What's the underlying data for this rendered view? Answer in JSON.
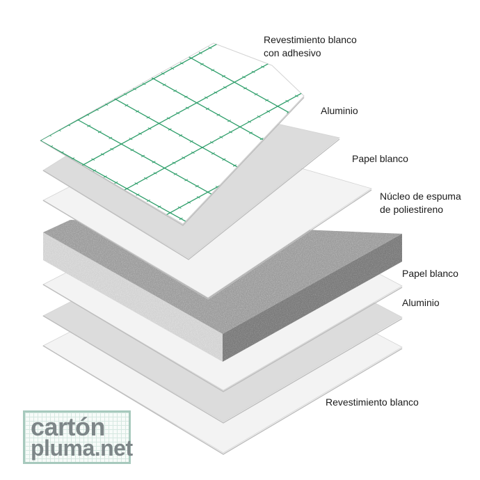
{
  "layers": [
    {
      "label": "Revestimiento blanco",
      "label2": "con adhesivo"
    },
    {
      "label": "Aluminio"
    },
    {
      "label": "Papel blanco"
    },
    {
      "label": "Núcleo de espuma",
      "label2": "de poliestireno"
    },
    {
      "label": "Papel blanco"
    },
    {
      "label": "Aluminio"
    },
    {
      "label": "Revestimiento blanco"
    }
  ],
  "logo": {
    "line1": "cartón",
    "line2": "pluma.net"
  },
  "colors": {
    "grid": "#2e9e6a",
    "aluminium": "#dcdcdc",
    "paper": "#f3f3f3",
    "foam_top": "#9b9b9b",
    "foam_front": "#d2d2d2",
    "foam_side": "#7a7a7a",
    "logo": "#7d8688",
    "logo_border": "#a7c9bd"
  }
}
